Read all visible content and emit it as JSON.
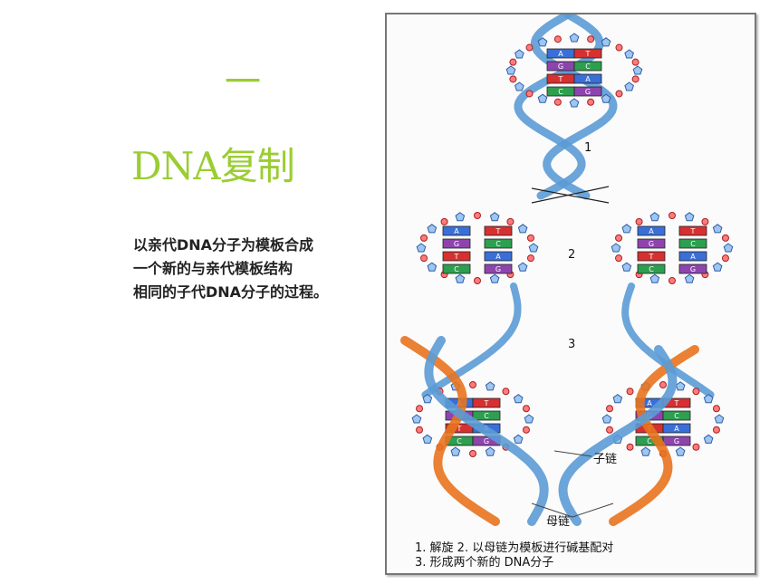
{
  "slide": {
    "heading_number": "一",
    "heading_title": "DNA复制",
    "definition_lines": [
      "以亲代DNA分子为模板合成",
      "一个新的与亲代模板结构",
      "相同的子代DNA分子的过程。"
    ]
  },
  "diagram": {
    "step_labels": [
      "1",
      "2",
      "3"
    ],
    "daughter_strand_label": "子链",
    "mother_strand_label": "母链",
    "caption_line1": "1. 解旋   2. 以母链为模板进行碱基配对",
    "caption_line2": "3. 形成两个新的 DNA分子",
    "base_pairs": [
      {
        "left": "A",
        "right": "T"
      },
      {
        "left": "G",
        "right": "C"
      },
      {
        "left": "T",
        "right": "A"
      },
      {
        "left": "C",
        "right": "G"
      }
    ],
    "colors": {
      "parent_strand": "#5b9bd5",
      "daughter_strand": "#e8731e",
      "A": "#3a6fd8",
      "T": "#d73030",
      "G": "#8e44ad",
      "C": "#2e9e4f",
      "heading": "#9acd32"
    }
  }
}
